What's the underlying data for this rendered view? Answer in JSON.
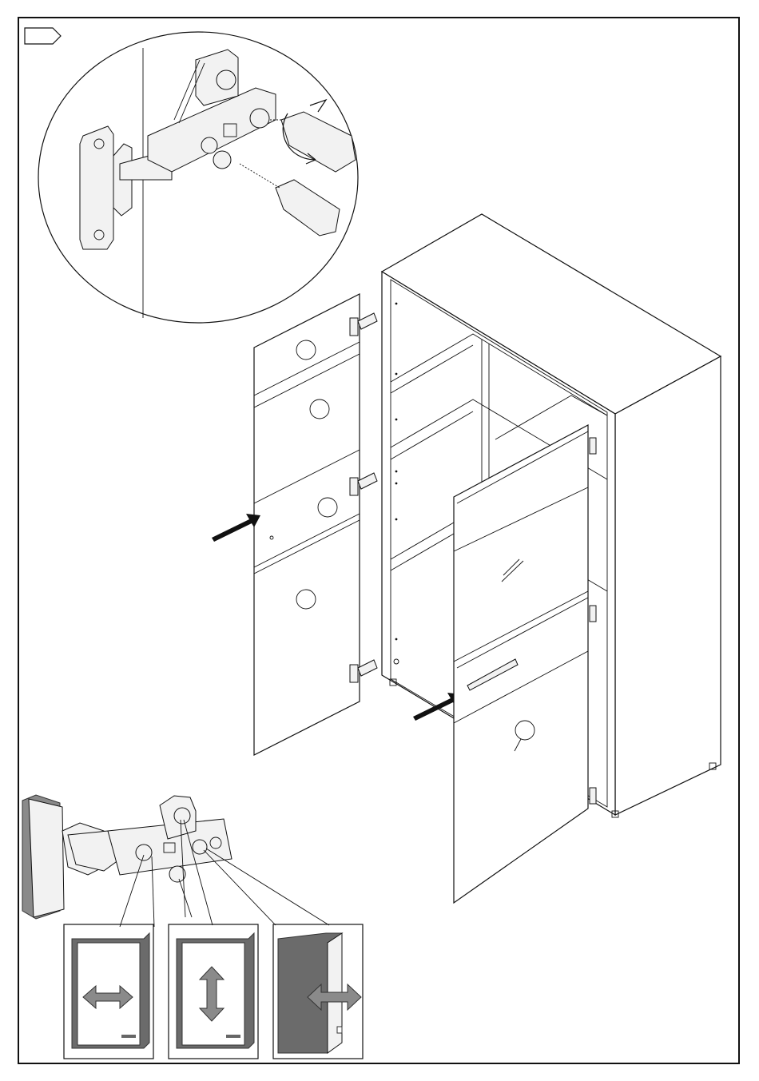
{
  "step": {
    "label": ""
  },
  "adjustments": [
    {
      "screw": "depth-screw",
      "direction": "horizontal",
      "icon": "left-right-arrow-icon"
    },
    {
      "screw": "mounting-screws",
      "direction": "vertical",
      "icon": "up-down-arrow-icon"
    },
    {
      "screw": "cam-screw",
      "direction": "in-out",
      "icon": "side-arrow-icon"
    }
  ],
  "colors": {
    "line": "#111111",
    "arrow_fill": "#8a8a8a",
    "panel_gray": "#6b6b6b",
    "pointer_arrow": "#111111"
  }
}
